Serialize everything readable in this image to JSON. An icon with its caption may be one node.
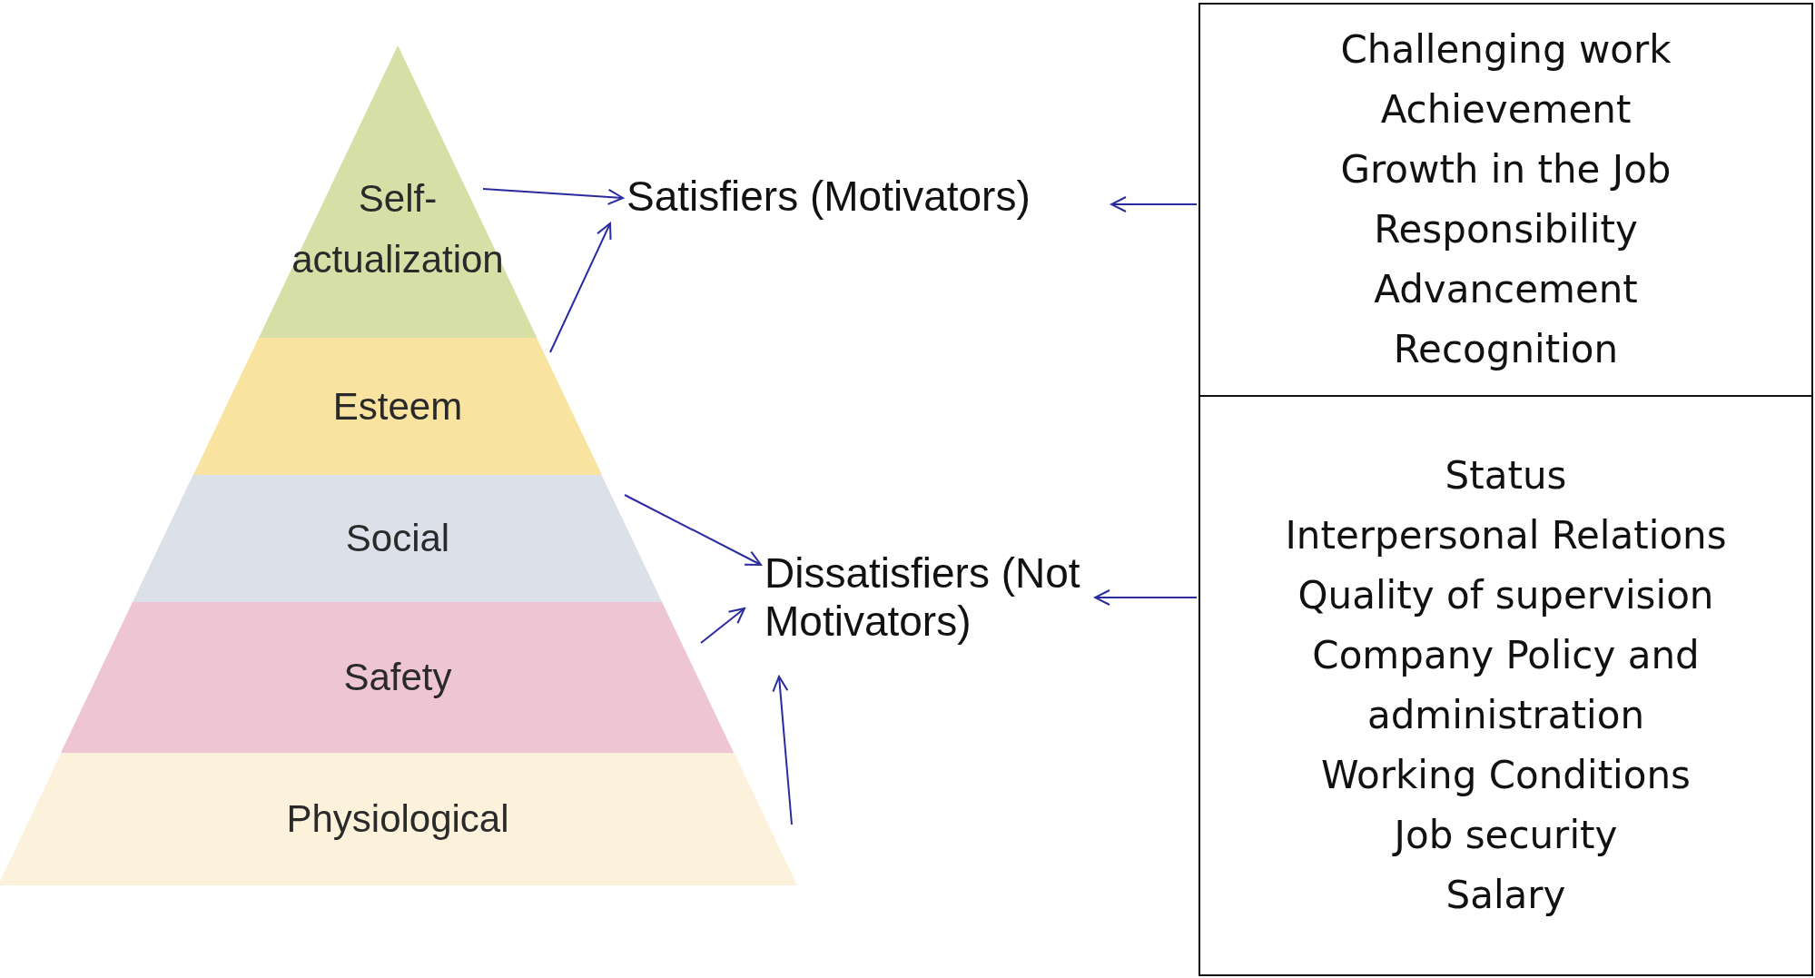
{
  "diagram": {
    "nodes": [
      {
        "text": [
          "Self-actualization"
        ]
      },
      {
        "text": [
          "Esteem"
        ]
      },
      {
        "text": [
          "Social"
        ]
      },
      {
        "text": [
          "Safety"
        ]
      },
      {
        "text": [
          "Physiological"
        ]
      },
      {
        "text": [
          "Satisfiers (Motivators)"
        ]
      },
      {
        "text": [
          "Dissatisfiers (Not Motivators)"
        ]
      },
      {
        "text": [
          "Challenging work",
          "Achievement",
          "Growth in the Job",
          "Responsibility",
          "Advancement",
          "Recognition"
        ]
      },
      {
        "text": [
          "Status",
          "Interpersonal Relations",
          "Quality of supervision",
          "Company Policy and administration",
          "Working Conditions",
          "Job security",
          "Salary"
        ]
      }
    ],
    "edges": [
      {
        "from": 0,
        "to": 5,
        "arrow": "to"
      },
      {
        "from": 1,
        "to": 5,
        "arrow": "to"
      },
      {
        "from": 7,
        "to": 5,
        "arrow": "to"
      },
      {
        "from": 2,
        "to": 6,
        "arrow": "to"
      },
      {
        "from": 3,
        "to": 6,
        "arrow": "to"
      },
      {
        "from": 4,
        "to": 6,
        "arrow": "to"
      },
      {
        "from": 8,
        "to": 6,
        "arrow": "to"
      }
    ]
  }
}
